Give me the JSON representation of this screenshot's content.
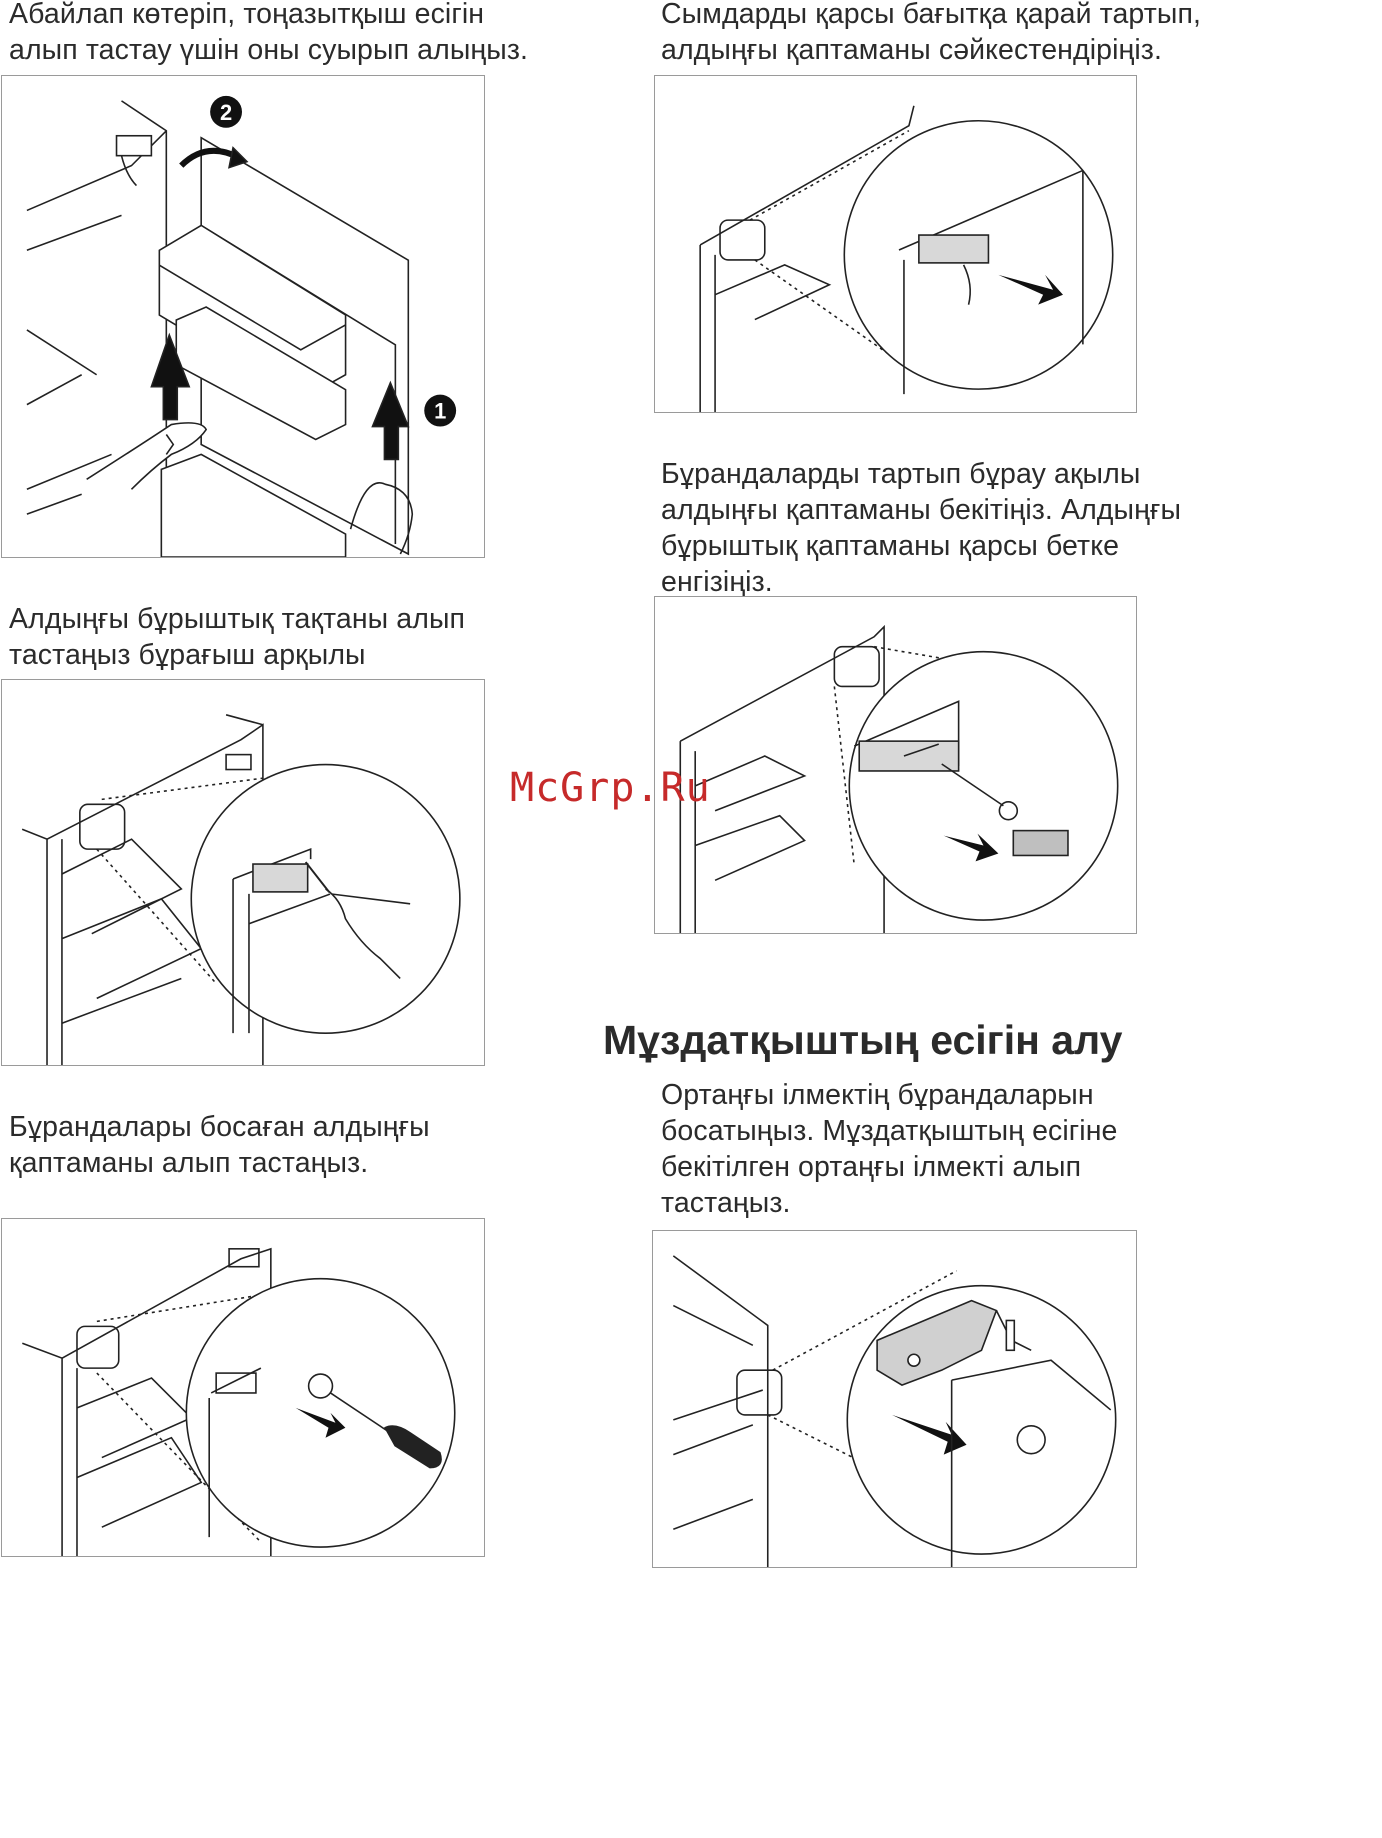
{
  "left_column": {
    "step1_text": [
      "Абайлап көтеріп, тоңазытқыш есігін",
      "алып тастау үшін оны суырып алыңыз."
    ],
    "step1_badges": [
      "2",
      "1"
    ],
    "step2_text": [
      "Алдыңғы бұрыштық тақтаны алып",
      "тастаңыз бұрағыш арқылы"
    ],
    "step3_text": [
      "Бұрандалары босаған алдыңғы",
      "қаптаманы алып тастаңыз."
    ]
  },
  "right_column": {
    "step4_text": [
      "Сымдарды қарсы бағытқа қарай тартып,",
      "алдыңғы қаптаманы сәйкестендіріңіз."
    ],
    "step5_text": [
      "Бұрандаларды тартып бұрау ақылы",
      "алдыңғы қаптаманы бекітіңіз. Алдыңғы",
      "бұрыштық қаптаманы қарсы бетке",
      "енгізіңіз."
    ],
    "section_heading": "Мұздатқыштың есігін алу",
    "step6_text": [
      "Ортаңғы ілмектің бұрандаларын",
      "босатыңыз. Мұздатқыштың есігіне",
      "бекітілген ортаңғы ілмекті алып",
      "тастаңыз."
    ]
  },
  "watermark": "McGrp.Ru"
}
